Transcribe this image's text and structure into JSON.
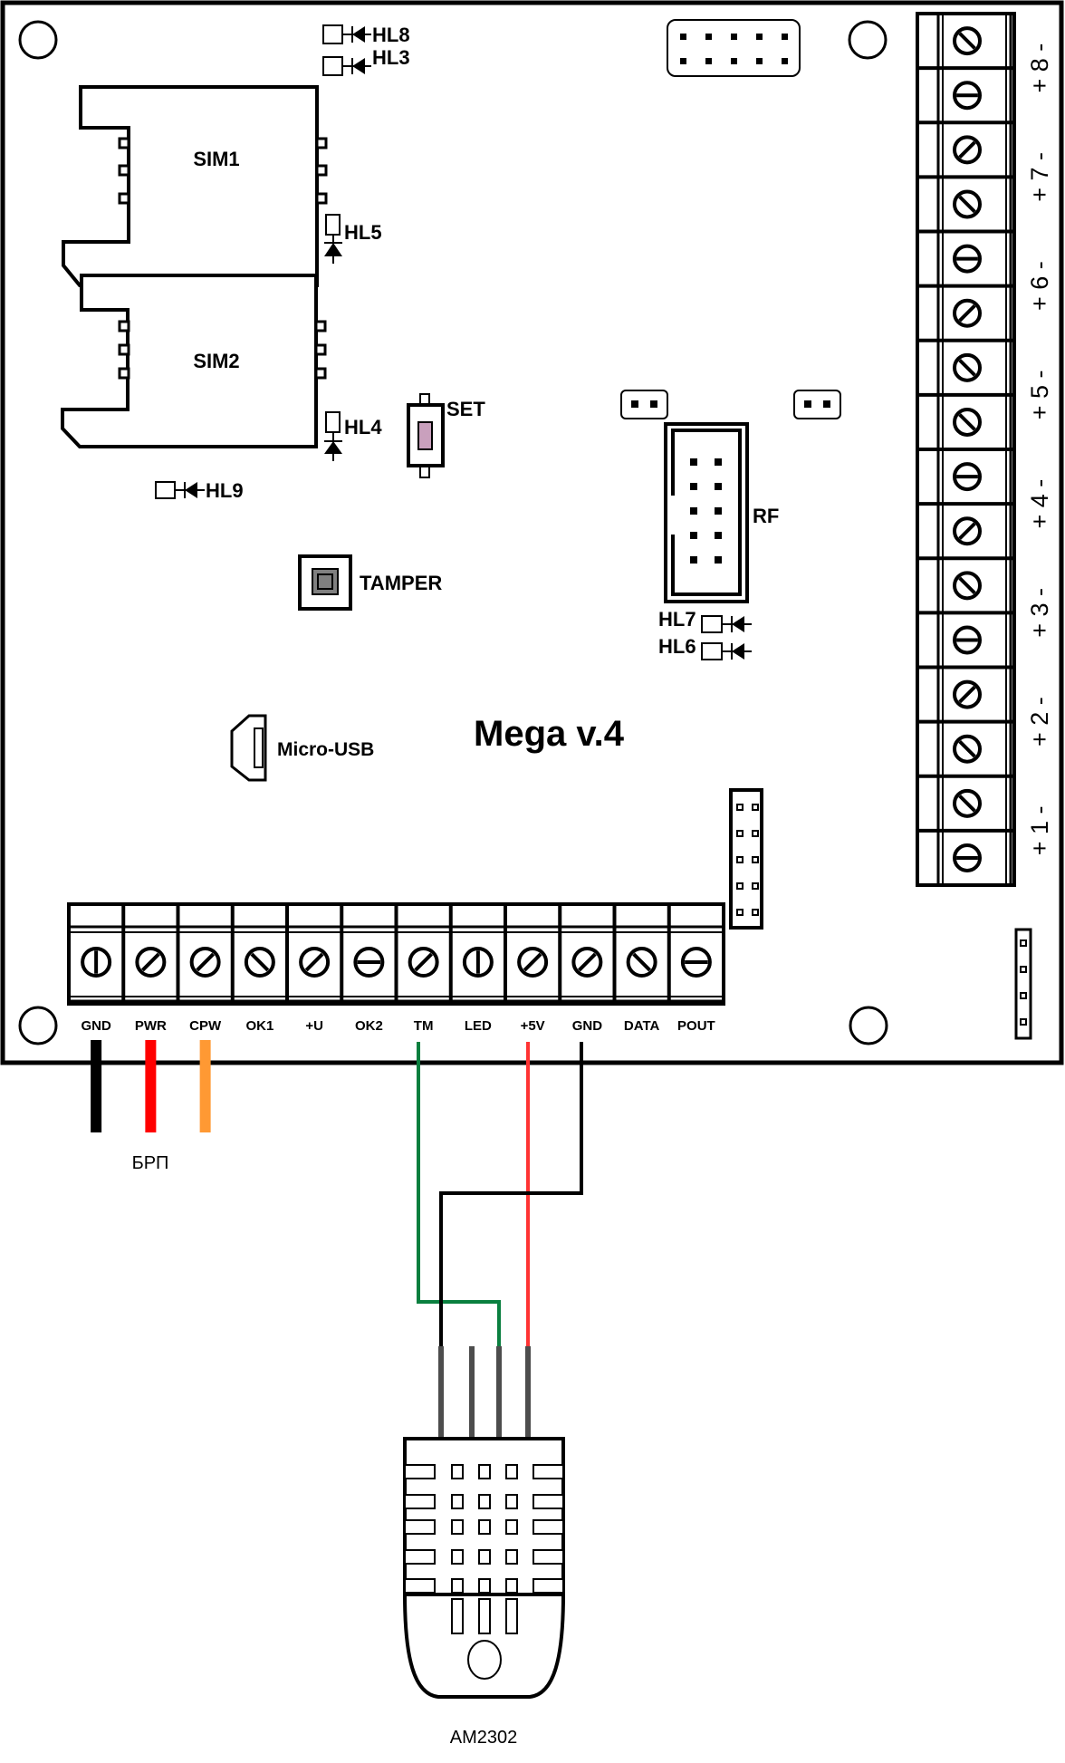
{
  "board": {
    "title": "Mega v.4",
    "sim_slots": [
      {
        "label": "SIM1",
        "led": "HL5"
      },
      {
        "label": "SIM2",
        "led": "HL4"
      }
    ],
    "leds": [
      "HL8",
      "HL3",
      "HL9",
      "HL7",
      "HL6"
    ],
    "buttons": [
      {
        "label": "SET"
      },
      {
        "label": "TAMPER"
      }
    ],
    "connectors": {
      "usb": "Micro-USB",
      "rf": "RF"
    }
  },
  "bottom_terminals": [
    {
      "label": "GND",
      "screw": "vertical"
    },
    {
      "label": "PWR",
      "screw": "slash"
    },
    {
      "label": "CPW",
      "screw": "slash"
    },
    {
      "label": "OK1",
      "screw": "backslash"
    },
    {
      "label": "+U",
      "screw": "slash"
    },
    {
      "label": "OK2",
      "screw": "horizontal"
    },
    {
      "label": "TM",
      "screw": "slash"
    },
    {
      "label": "LED",
      "screw": "vertical"
    },
    {
      "label": "+5V",
      "screw": "slash"
    },
    {
      "label": "GND",
      "screw": "slash"
    },
    {
      "label": "DATA",
      "screw": "backslash"
    },
    {
      "label": "POUT",
      "screw": "horizontal"
    }
  ],
  "zone_terminals": {
    "screws": [
      "backslash",
      "horizontal",
      "slash",
      "backslash",
      "horizontal",
      "slash",
      "backslash",
      "backslash",
      "horizontal",
      "slash",
      "backslash",
      "horizontal",
      "slash",
      "backslash",
      "backslash",
      "horizontal"
    ],
    "labels": [
      "+ 8 -",
      "+ 7 -",
      "+ 6 -",
      "+ 5 -",
      "+ 4 -",
      "+ 3 -",
      "+ 2 -",
      "+ 1 -"
    ]
  },
  "power_unit": {
    "label": "БРП",
    "wires": [
      {
        "terminal": "GND",
        "color": "#000000"
      },
      {
        "terminal": "PWR",
        "color": "#ff0000"
      },
      {
        "terminal": "CPW",
        "color": "#ff9933"
      }
    ]
  },
  "sensor": {
    "label": "AM2302",
    "wires": [
      {
        "terminal": "TM",
        "color": "#0a7f3f"
      },
      {
        "terminal": "+5V",
        "color": "#ff3333"
      },
      {
        "terminal": "GND",
        "color": "#000000"
      }
    ],
    "pin_color": "#4d4d4d"
  },
  "colors": {
    "set_button_fill": "#c9a0bd",
    "tamper_fill": "#808080"
  }
}
